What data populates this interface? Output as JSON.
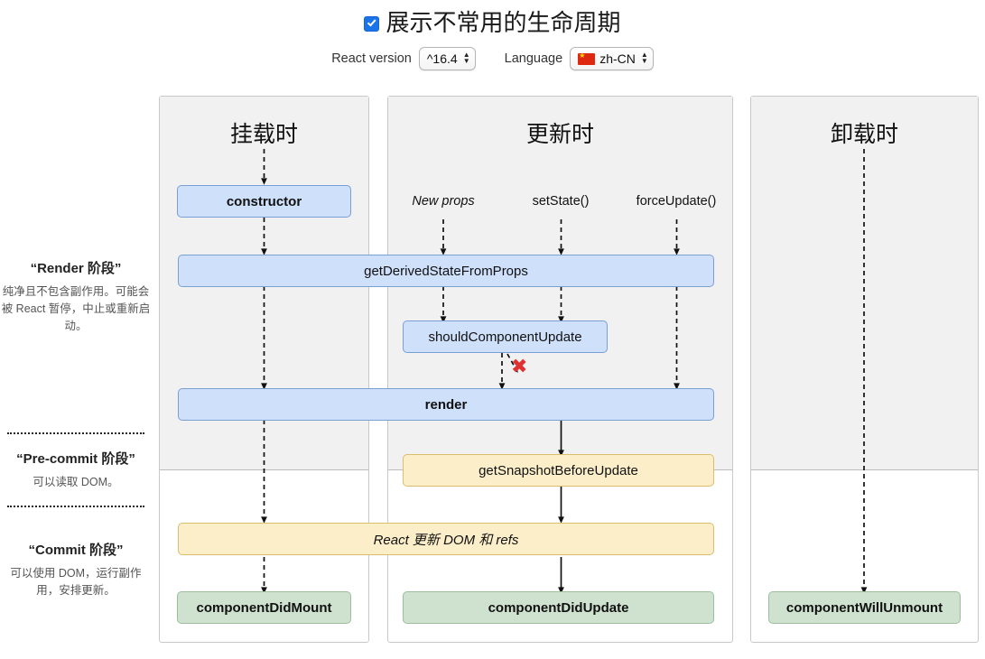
{
  "header": {
    "checkbox_label": "展示不常用的生命周期",
    "checkbox_checked": true,
    "version_label": "React version",
    "version_value": "^16.4",
    "language_label": "Language",
    "language_value": "zh-CN",
    "language_flag": "cn-flag"
  },
  "legend": [
    {
      "title": "“Render 阶段”",
      "desc": "纯净且不包含副作用。可能会被 React 暂停，中止或重新启动。"
    },
    {
      "title": "“Pre-commit 阶段”",
      "desc": "可以读取 DOM。"
    },
    {
      "title": "“Commit 阶段”",
      "desc": "可以使用 DOM，运行副作用，安排更新。"
    }
  ],
  "panels": [
    {
      "title": "挂载时"
    },
    {
      "title": "更新时"
    },
    {
      "title": "卸载时"
    }
  ],
  "triggers": [
    {
      "label": "New props",
      "italic": true
    },
    {
      "label": "setState()",
      "italic": false
    },
    {
      "label": "forceUpdate()",
      "italic": false
    }
  ],
  "boxes": {
    "constructor": "constructor",
    "get_derived_state": "getDerivedStateFromProps",
    "should_component_update": "shouldComponentUpdate",
    "render": "render",
    "get_snapshot": "getSnapshotBeforeUpdate",
    "react_updates": "React 更新 DOM 和 refs",
    "component_did_mount": "componentDidMount",
    "component_did_update": "componentDidUpdate",
    "component_will_unmount": "componentWillUnmount"
  },
  "annotations": {
    "skip_render_x": "✖"
  },
  "colors": {
    "blue_fill": "#cfe0fb",
    "blue_border": "#7a9fd4",
    "yellow_fill": "#fbeec9",
    "yellow_border": "#d9bf6d",
    "green_fill": "#cfe2cf",
    "green_border": "#9dbe9d",
    "panel_shade": "#f1f1f1",
    "accent": "#1a73e8",
    "x_red": "#e03131"
  }
}
